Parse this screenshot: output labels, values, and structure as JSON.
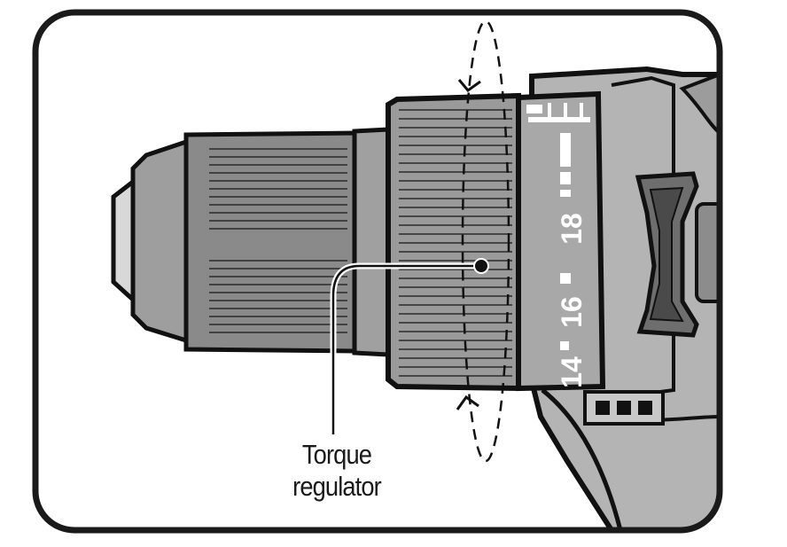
{
  "callout": {
    "line1": "Torque",
    "line2": "regulator"
  },
  "dial_markings": [
    "18",
    "16",
    "14"
  ],
  "colors": {
    "frame": "#1a1a1a",
    "chuck_body": "#8a8a8a",
    "collar": "#9a9a9a",
    "band": "#a8a8a8",
    "housing": "#b4b4b4",
    "ink": "#111111",
    "paper": "#ffffff"
  }
}
